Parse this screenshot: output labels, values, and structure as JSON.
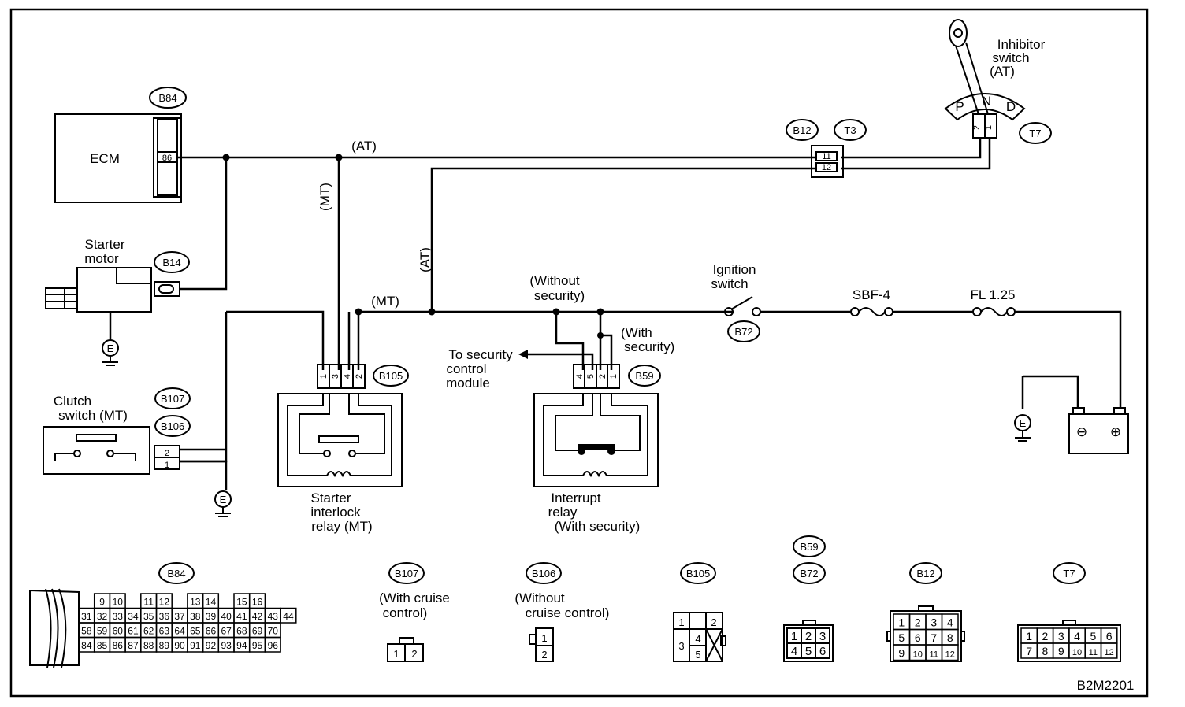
{
  "frame_code": "B2M2201",
  "components": {
    "ecm": "ECM",
    "ecm_pin": "86",
    "starter_motor": [
      "Starter",
      "motor"
    ],
    "clutch_switch": [
      "Clutch",
      "switch (MT)"
    ],
    "starter_relay": [
      "Starter",
      "interlock",
      "relay (MT)"
    ],
    "interrupt_relay": [
      "Interrupt",
      "relay",
      "(With security)"
    ],
    "inhibitor_switch": [
      "Inhibitor",
      "switch",
      "(AT)"
    ],
    "ignition_switch": [
      "Ignition",
      "switch"
    ],
    "security_module": [
      "To security",
      "control",
      "module"
    ],
    "fuse_sbf": "SBF-4",
    "fuse_fl": "FL 1.25",
    "ground": "E",
    "battery_minus": "⊖",
    "battery_plus": "⊕",
    "inhibitor_positions": [
      "P",
      "N",
      "D"
    ]
  },
  "connectors": {
    "b84": "B84",
    "b14": "B14",
    "b107": "B107",
    "b106": "B106",
    "b105": "B105",
    "b59": "B59",
    "b72": "B72",
    "b12": "B12",
    "t3": "T3",
    "t7": "T7"
  },
  "wire_labels": {
    "at_top": "(AT)",
    "mt_vert": "(MT)",
    "at_vert": "(AT)",
    "mt_horiz": "(MT)",
    "without_security": [
      "(Without",
      "security)"
    ],
    "with_security": [
      "(With",
      "security)"
    ]
  },
  "pins": {
    "b12_t3": [
      "11",
      "12"
    ],
    "t7": [
      "2",
      "1"
    ],
    "b105": [
      "1",
      "3",
      "4",
      "2"
    ],
    "b59": [
      "4",
      "5",
      "2",
      "1"
    ],
    "b106_clutch": [
      "2",
      "1"
    ]
  },
  "legend": {
    "b84_title": "B84",
    "b84_rows": [
      [
        "",
        "9",
        "10",
        "",
        "11",
        "12",
        "",
        "13",
        "14",
        "",
        "15",
        "16"
      ],
      [
        "31",
        "32",
        "33",
        "34",
        "35",
        "36",
        "37",
        "38",
        "39",
        "40",
        "41",
        "42",
        "43",
        "44"
      ],
      [
        "58",
        "59",
        "60",
        "61",
        "62",
        "63",
        "64",
        "65",
        "66",
        "67",
        "68",
        "69",
        "70"
      ],
      [
        "84",
        "85",
        "86",
        "87",
        "88",
        "89",
        "90",
        "91",
        "92",
        "93",
        "94",
        "95",
        "96"
      ]
    ],
    "b107_title": "B107",
    "b107_note": [
      "(With cruise",
      "control)"
    ],
    "b107_pins": [
      "1",
      "2"
    ],
    "b106_title": "B106",
    "b106_note": [
      "(Without",
      "cruise control)"
    ],
    "b106_pins": [
      "1",
      "2"
    ],
    "b105_title": "B105",
    "b105_pins": [
      "1",
      "2",
      "3",
      "4",
      "5"
    ],
    "b59_title": "B59",
    "b72_title": "B72",
    "b72_pins": [
      "1",
      "2",
      "3",
      "4",
      "5",
      "6"
    ],
    "b12_title": "B12",
    "b12_pins": [
      "1",
      "2",
      "3",
      "4",
      "5",
      "6",
      "7",
      "8",
      "9",
      "10",
      "11",
      "12"
    ],
    "t7_title": "T7",
    "t7_pins": [
      "1",
      "2",
      "3",
      "4",
      "5",
      "6",
      "7",
      "8",
      "9",
      "10",
      "11",
      "12"
    ]
  }
}
